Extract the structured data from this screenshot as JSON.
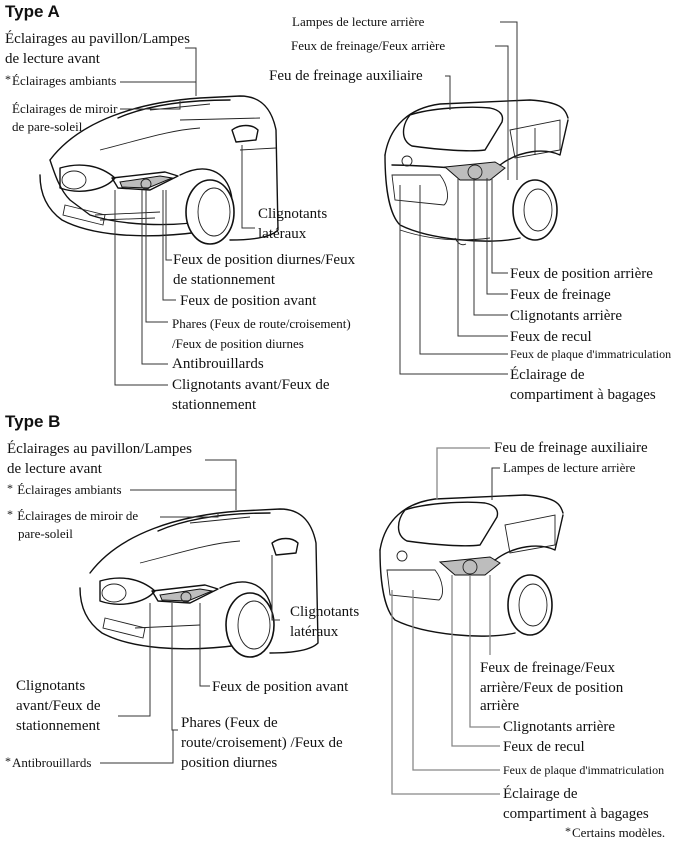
{
  "footnote_marker": "*",
  "type_a": {
    "heading": "Type A",
    "front": {
      "roof_lamps": [
        "Éclairages au pavillon/Lampes",
        "de lecture avant"
      ],
      "ambient": "Éclairages ambiants",
      "vanity": [
        "Éclairages de miroir",
        "de pare-soleil"
      ],
      "side_turn": [
        "Clignotants",
        "latéraux"
      ],
      "drl_parking": [
        "Feux de position diurnes/Feux",
        "de stationnement"
      ],
      "front_position": "Feux de position avant",
      "headlights": [
        "Phares (Feux de route/croisement)",
        "/Feux de position diurnes"
      ],
      "fog": "Antibrouillards",
      "front_turn": [
        "Clignotants avant/Feux de",
        "stationnement"
      ]
    },
    "rear": {
      "rear_reading": "Lampes de lecture arrière",
      "brake_tail": "Feux de freinage/Feux arrière",
      "aux_brake": "Feu de freinage auxiliaire",
      "rear_position": "Feux de position arrière",
      "brake": "Feux de freinage",
      "rear_turn": "Clignotants arrière",
      "reverse": "Feux de recul",
      "plate": "Feux de plaque d'immatriculation",
      "cargo": [
        "Éclairage de",
        "compartiment à bagages"
      ]
    }
  },
  "type_b": {
    "heading": "Type B",
    "front": {
      "roof_lamps": [
        "Éclairages au pavillon/Lampes",
        "de lecture avant"
      ],
      "ambient": "Éclairages ambiants",
      "vanity": [
        "Éclairages de miroir de",
        "pare-soleil"
      ],
      "side_turn": [
        "Clignotants",
        "latéraux"
      ],
      "front_position": "Feux de position avant",
      "front_turn": [
        "Clignotants",
        "avant/Feux de",
        "stationnement"
      ],
      "headlights": [
        "Phares (Feux de",
        "route/croisement) /Feux de",
        "position diurnes"
      ],
      "fog": "Antibrouillards"
    },
    "rear": {
      "aux_brake": "Feu de freinage auxiliaire",
      "rear_reading": "Lampes de lecture arrière",
      "brake_tail_position": [
        "Feux de freinage/Feux",
        "arrière/Feux de position",
        "arrière"
      ],
      "rear_turn": "Clignotants arrière",
      "reverse": "Feux de recul",
      "plate": "Feux de plaque d'immatriculation",
      "cargo": [
        "Éclairage de",
        "compartiment à bagages"
      ]
    }
  },
  "footnote": "Certains modèles."
}
